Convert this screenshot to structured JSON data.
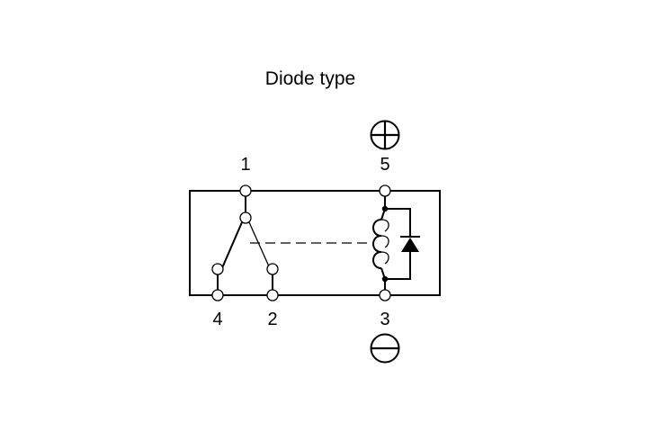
{
  "diagram": {
    "title": "Diode type",
    "pins": {
      "p1": "1",
      "p2": "2",
      "p3": "3",
      "p4": "4",
      "p5": "5"
    },
    "polarity": {
      "positive": "plus-symbol",
      "negative": "minus-symbol"
    },
    "components": [
      "relay-coil",
      "diode",
      "changeover-contact"
    ]
  }
}
